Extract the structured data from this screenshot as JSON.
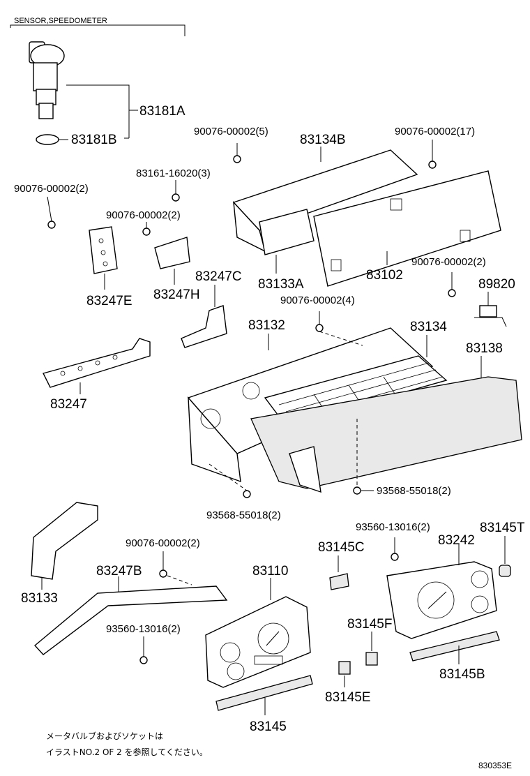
{
  "header": {
    "title": "SENSOR,SPEEDOMETER"
  },
  "labels": {
    "l83181A": "83181A",
    "l83181B": "83181B",
    "l90076_5": "90076-00002(5)",
    "l83134B": "83134B",
    "l90076_17": "90076-00002(17)",
    "l83161": "83161-16020(3)",
    "l90076_2a": "90076-00002(2)",
    "l90076_2b": "90076-00002(2)",
    "l83247E": "83247E",
    "l83247H": "83247H",
    "l83247C": "83247C",
    "l83133A": "83133A",
    "l83102": "83102",
    "l90076_2c": "90076-00002(2)",
    "l89820": "89820",
    "l90076_4": "90076-00002(4)",
    "l83132": "83132",
    "l83134": "83134",
    "l83138": "83138",
    "l83247": "83247",
    "l93568_2a": "93568-55018(2)",
    "l93568_2b": "93568-55018(2)",
    "l93560_2a": "93560-13016(2)",
    "l83145T": "83145T",
    "l90076_2d": "90076-00002(2)",
    "l83145C": "83145C",
    "l83242": "83242",
    "l83247B": "83247B",
    "l83110": "83110",
    "l83133": "83133",
    "l83145F": "83145F",
    "l93560_2b": "93560-13016(2)",
    "l83145B": "83145B",
    "l83145E": "83145E",
    "l83145": "83145"
  },
  "note": {
    "line1": "メータバルブおよびソケットは",
    "line2": "イラストNO.2 OF 2 を参照してください。"
  },
  "diagram_code": "830353E"
}
